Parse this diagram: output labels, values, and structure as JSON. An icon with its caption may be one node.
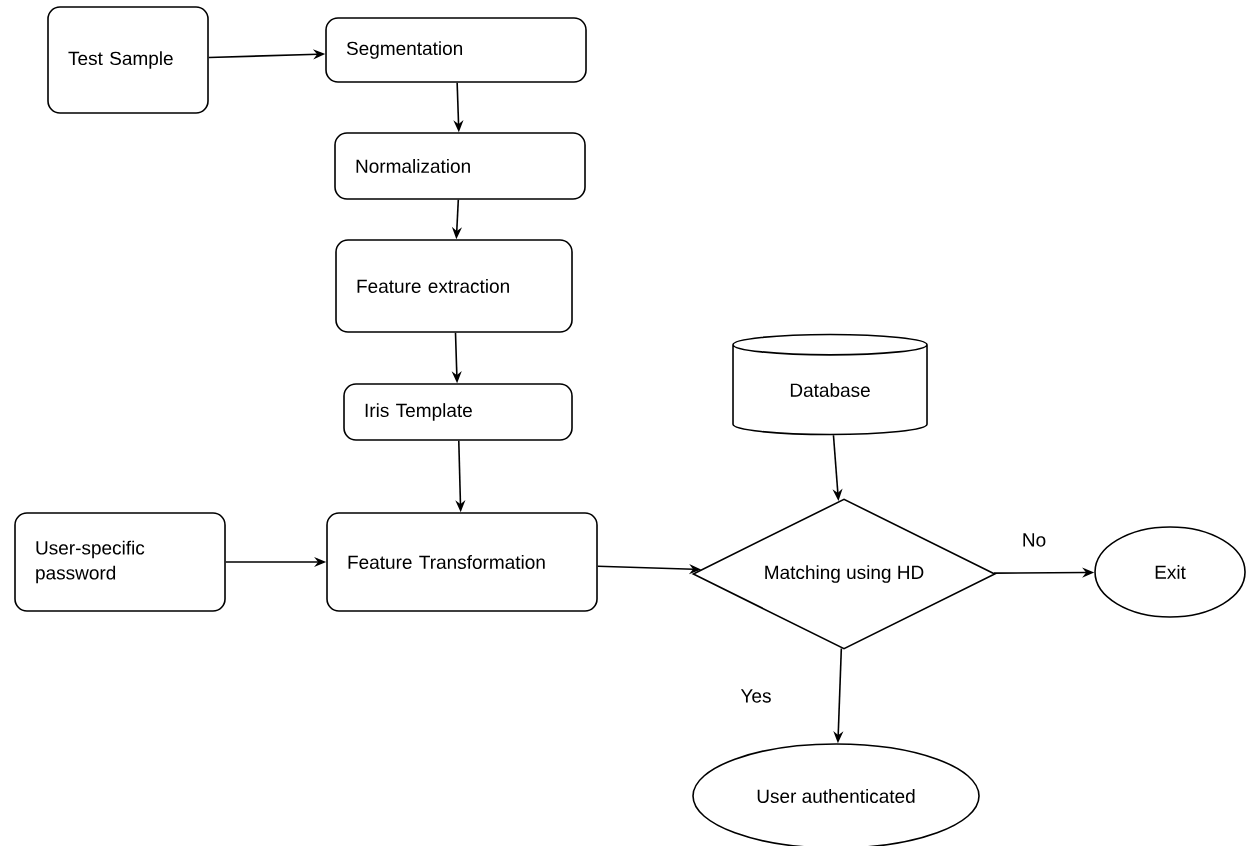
{
  "diagram": {
    "nodes": [
      {
        "text": [
          "Test Sample"
        ]
      },
      {
        "text": [
          "Segmentation"
        ]
      },
      {
        "text": [
          "Normalization"
        ]
      },
      {
        "text": [
          "Feature extraction"
        ]
      },
      {
        "text": [
          "Iris Template"
        ]
      },
      {
        "text": [
          "User-specific password"
        ]
      },
      {
        "text": [
          "Feature Transformation"
        ]
      },
      {
        "text": [
          "Database"
        ]
      },
      {
        "text": [
          "Matching using HD"
        ]
      },
      {
        "text": [
          "Exit"
        ]
      },
      {
        "text": [
          "User authenticated"
        ]
      }
    ],
    "edges": [
      {
        "from": 0,
        "to": 1,
        "arrow": "to"
      },
      {
        "from": 1,
        "to": 2,
        "arrow": "to"
      },
      {
        "from": 2,
        "to": 3,
        "arrow": "to"
      },
      {
        "from": 3,
        "to": 4,
        "arrow": "to"
      },
      {
        "from": 4,
        "to": 6,
        "arrow": "to"
      },
      {
        "from": 5,
        "to": 6,
        "arrow": "to"
      },
      {
        "from": 6,
        "to": 8,
        "arrow": "to"
      },
      {
        "from": 7,
        "to": 8,
        "arrow": "to"
      },
      {
        "from": 8,
        "to": 9,
        "arrow": "to",
        "label": "No"
      },
      {
        "from": 8,
        "to": 10,
        "arrow": "to",
        "label": "Yes"
      }
    ]
  }
}
